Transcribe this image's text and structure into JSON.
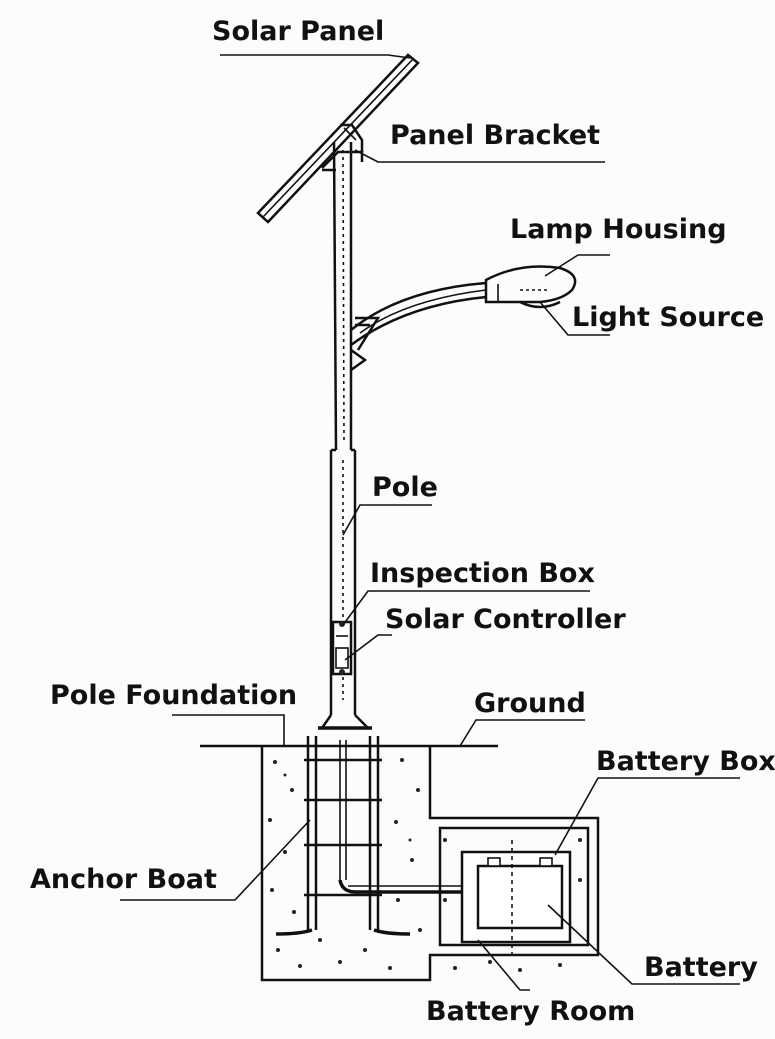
{
  "labels": {
    "solar_panel": "Solar Panel",
    "panel_bracket": "Panel Bracket",
    "lamp_housing": "Lamp Housing",
    "light_source": "Light Source",
    "pole": "Pole",
    "inspection_box": "Inspection Box",
    "solar_controller": "Solar Controller",
    "pole_foundation": "Pole Foundation",
    "ground": "Ground",
    "battery_box": "Battery Box",
    "anchor_boat": "Anchor Boat",
    "battery": "Battery",
    "battery_room": "Battery Room"
  },
  "colors": {
    "ink": "#111111",
    "background": "#fcfcfc"
  }
}
